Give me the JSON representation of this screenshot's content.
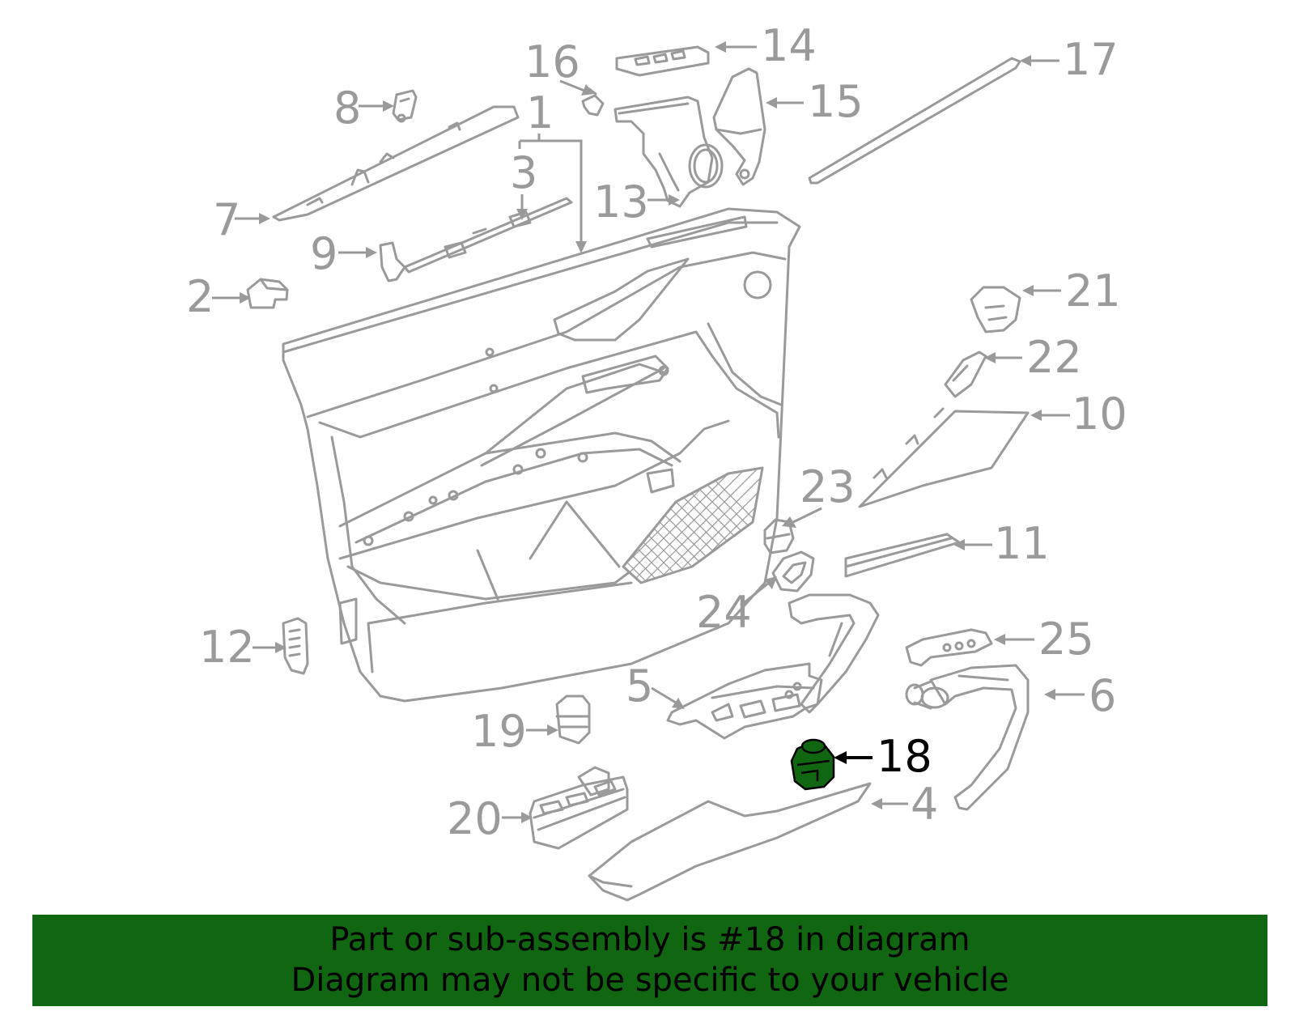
{
  "diagram": {
    "callouts": {
      "c1": "1",
      "c2": "2",
      "c3": "3",
      "c4": "4",
      "c5": "5",
      "c6": "6",
      "c7": "7",
      "c8": "8",
      "c9": "9",
      "c10": "10",
      "c11": "11",
      "c12": "12",
      "c13": "13",
      "c14": "14",
      "c15": "15",
      "c16": "16",
      "c17": "17",
      "c18": "18",
      "c19": "19",
      "c20": "20",
      "c21": "21",
      "c22": "22",
      "c23": "23",
      "c24": "24",
      "c25": "25"
    },
    "highlighted_part": "18",
    "colors": {
      "line_art": "#9a9a9a",
      "highlight_part": "#116611",
      "highlight_label": "#000000"
    }
  },
  "footer": {
    "line1": "Part or sub-assembly is #18 in diagram",
    "line2": "Diagram may not be specific to your vehicle",
    "background": "#116611"
  }
}
